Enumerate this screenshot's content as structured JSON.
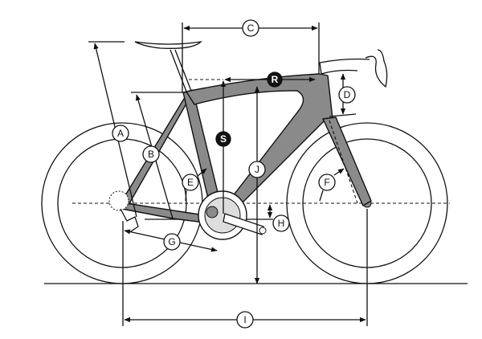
{
  "diagram": {
    "subject": "bicycle-frame-geometry",
    "labels": {
      "A": "A",
      "B": "B",
      "C": "C",
      "D": "D",
      "E": "E",
      "F": "F",
      "G": "G",
      "H": "H",
      "I": "I",
      "J": "J",
      "R": "R",
      "S": "S"
    },
    "colors": {
      "frame": "#8a8a8a",
      "line": "#111111",
      "dark_label": "#111111"
    }
  }
}
